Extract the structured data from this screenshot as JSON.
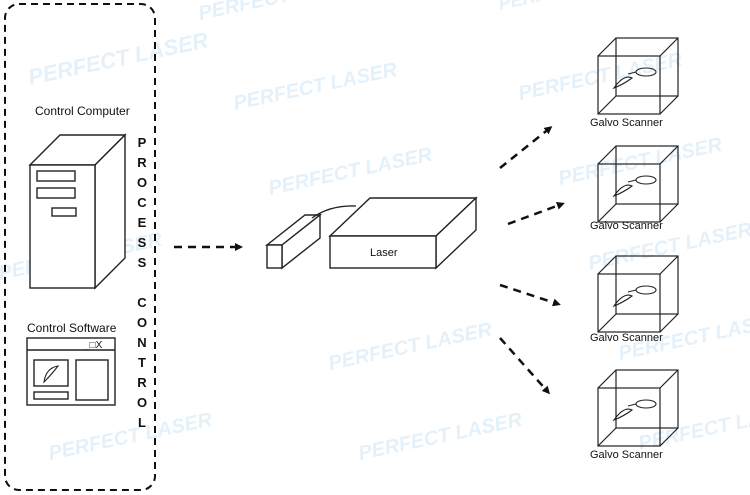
{
  "labels": {
    "control_computer": "Control Computer",
    "control_software": "Control Software",
    "laser": "Laser",
    "vertical_text": "PROCESS CONTROL",
    "scanners": [
      "Galvo Scanner",
      "Galvo Scanner",
      "Galvo Scanner",
      "Galvo Scanner"
    ]
  },
  "software_window_controls": "_□X",
  "watermark": "PERFECT LASER"
}
